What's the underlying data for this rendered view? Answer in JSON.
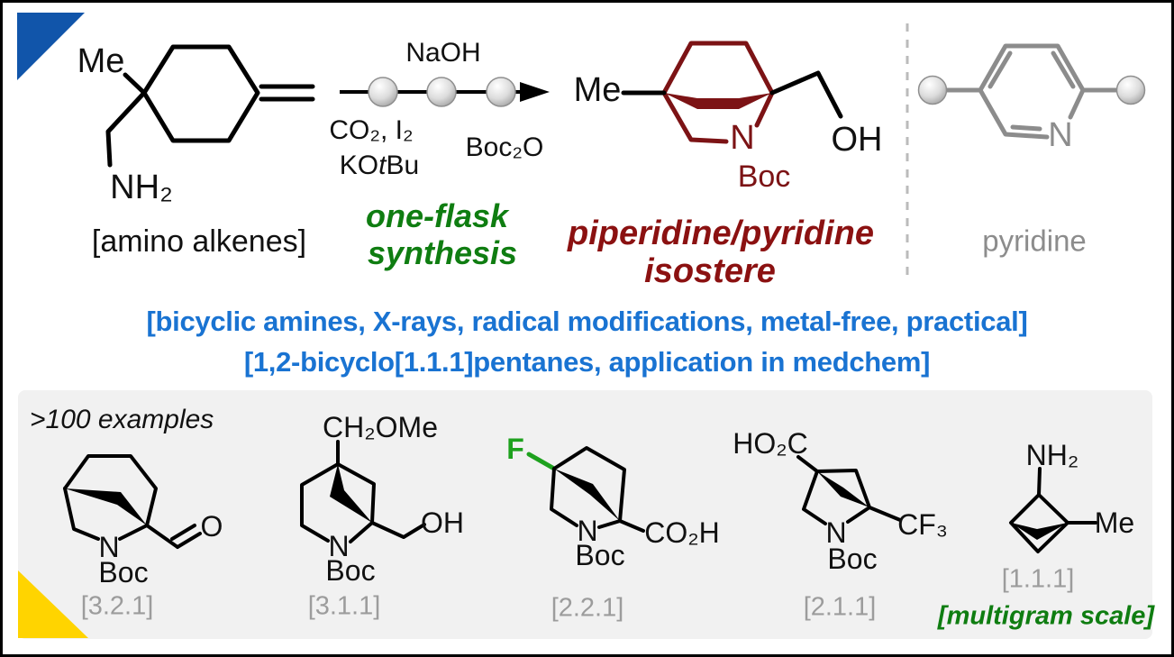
{
  "colors": {
    "accent_blue_text": "#1973d2",
    "corner_blue": "#1155aa",
    "corner_yellow": "#ffd400",
    "green_text": "#0f7d11",
    "bright_green": "#1ea11e",
    "dark_red_text": "#8b1111",
    "structure_red": "#7c1315",
    "gray_structure": "#8c8c8c",
    "gray_bracket_label": "#9c9c9c",
    "panel_background": "#f1f1f1"
  },
  "scheme": {
    "reactant": {
      "methyl": "Me",
      "amine": "NH₂",
      "caption": "[amino alkenes]"
    },
    "conditions": {
      "above_arrow": "NaOH",
      "below_arrow_line1": "CO₂, I₂",
      "kotbu_prefix": "KO",
      "kotbu_italic": "t",
      "kotbu_suffix": "Bu",
      "boc2o": "Boc₂O"
    },
    "green_note_line1": "one-flask",
    "green_note_line2": "synthesis",
    "product": {
      "methyl": "Me",
      "nitrogen": "N",
      "boc": "Boc",
      "hydroxyl": "OH"
    },
    "red_note_line1": "piperidine/pyridine",
    "red_note_line2": "isostere",
    "pyridine": {
      "nitrogen": "N",
      "caption": "pyridine"
    }
  },
  "highlights": {
    "line1": "[bicyclic amines, X-rays, radical modifications, metal-free, practical]",
    "line2": "[1,2-bicyclo[1.1.1]pentanes, application in medchem]"
  },
  "examples": {
    "header": ">100 examples",
    "items": [
      {
        "nitrogen": "N",
        "boc": "Boc",
        "oxygen": "O",
        "bracket": "[3.2.1]"
      },
      {
        "top_group": "CH₂OMe",
        "hydroxyl": "OH",
        "nitrogen": "N",
        "boc": "Boc",
        "bracket": "[3.1.1]"
      },
      {
        "fluoro": "F",
        "nitrogen": "N",
        "boc": "Boc",
        "acid": "CO₂H",
        "bracket": "[2.2.1]"
      },
      {
        "acid": "HO₂C",
        "nitrogen": "N",
        "boc": "Boc",
        "cf3": "CF₃",
        "bracket": "[2.1.1]"
      },
      {
        "amine": "NH₂",
        "methyl": "Me",
        "bracket": "[1.1.1]"
      }
    ],
    "multigram_note": "[multigram scale]"
  }
}
